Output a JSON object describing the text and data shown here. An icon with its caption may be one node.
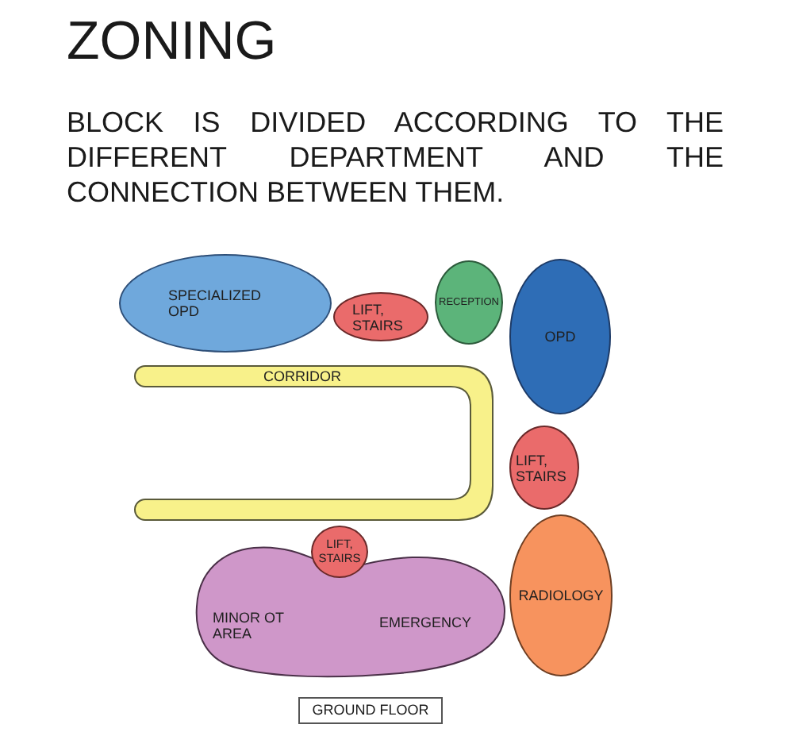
{
  "diagram": {
    "title": "ZONING",
    "nodes": [
      {
        "text": [
          "SPECIALIZED OPD"
        ]
      },
      {
        "text": [
          "LIFT, STAIRS"
        ]
      },
      {
        "text": [
          "RECEPTION"
        ]
      },
      {
        "text": [
          "OPD"
        ]
      },
      {
        "text": [
          "CORRIDOR"
        ]
      },
      {
        "text": [
          "LIFT, STAIRS"
        ]
      },
      {
        "text": [
          "RADIOLOGY"
        ]
      },
      {
        "text": [
          "LIFT, STAIRS"
        ]
      },
      {
        "text": [
          "MINOR OT AREA",
          "EMERGENCY"
        ]
      },
      {
        "text": [
          "GROUND FLOOR"
        ]
      }
    ],
    "edges": [],
    "labels": [
      "BLOCK IS DIVIDED ACCORDING TO THE DIFFERENT DEPARTMENT AND THE CONNECTION BETWEEN THEM."
    ]
  }
}
